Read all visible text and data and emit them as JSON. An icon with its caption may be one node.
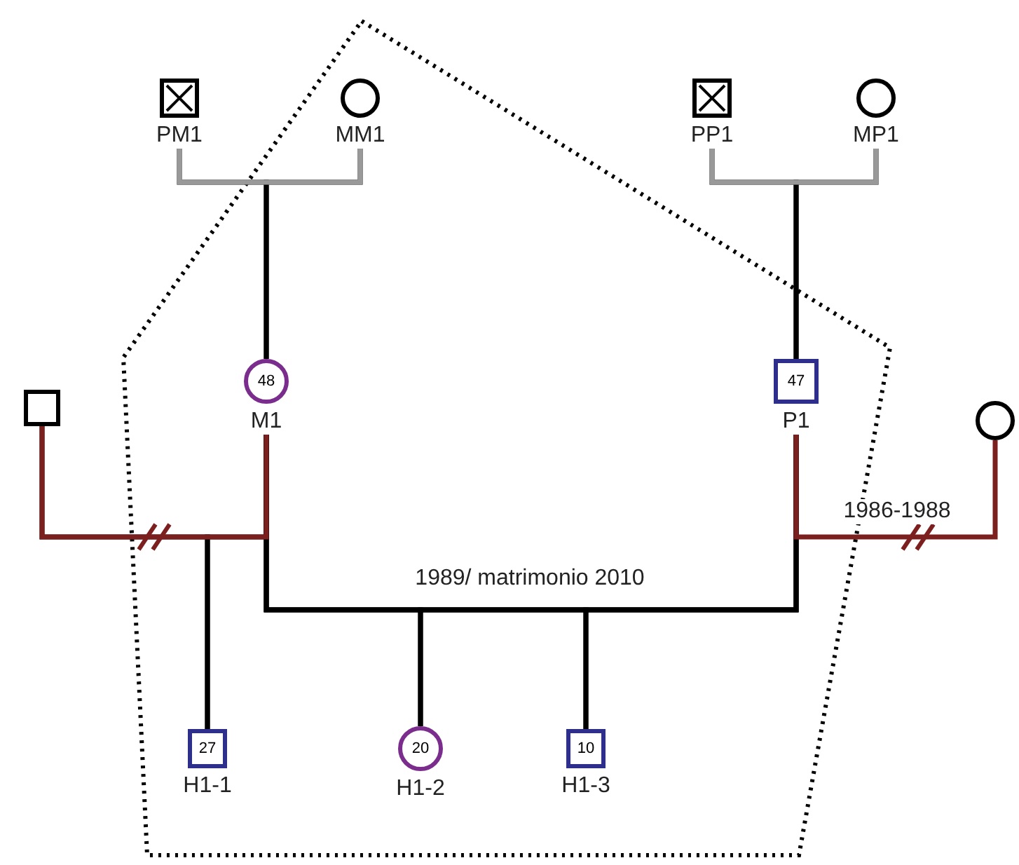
{
  "diagram": {
    "nodes": [
      {
        "text": [
          "PM1"
        ]
      },
      {
        "text": [
          "MM1"
        ]
      },
      {
        "text": [
          "PP1"
        ]
      },
      {
        "text": [
          "MP1"
        ]
      },
      {
        "text": [],
        "shape": "box"
      },
      {
        "text": [
          "48",
          "M1"
        ]
      },
      {
        "text": [
          "47",
          "P1"
        ]
      },
      {
        "text": [],
        "shape": "circle"
      },
      {
        "text": [
          "27",
          "H1-1"
        ]
      },
      {
        "text": [
          "20",
          "H1-2"
        ]
      },
      {
        "text": [
          "10",
          "H1-3"
        ]
      }
    ],
    "edges": [
      {
        "from": 0,
        "to": 1,
        "arrow": "none",
        "color": "#999999"
      },
      {
        "from": 0,
        "to": 5,
        "arrow": "none"
      },
      {
        "from": 1,
        "to": 5,
        "arrow": "none"
      },
      {
        "from": 2,
        "to": 3,
        "arrow": "none",
        "color": "#999999"
      },
      {
        "from": 2,
        "to": 6,
        "arrow": "none"
      },
      {
        "from": 3,
        "to": 6,
        "arrow": "none"
      },
      {
        "from": 4,
        "to": 5,
        "arrow": "none",
        "color": "#7b1f1f"
      },
      {
        "from": 6,
        "to": 7,
        "arrow": "none",
        "color": "#7b1f1f",
        "label": "1986-1988"
      },
      {
        "from": 5,
        "to": 6,
        "arrow": "none",
        "label": "1989/ matrimonio 2010"
      },
      {
        "from": 4,
        "to": 8,
        "arrow": "none"
      },
      {
        "from": 5,
        "to": 8,
        "arrow": "none"
      },
      {
        "from": 5,
        "to": 9,
        "arrow": "none"
      },
      {
        "from": 6,
        "to": 9,
        "arrow": "none"
      },
      {
        "from": 5,
        "to": 10,
        "arrow": "none"
      },
      {
        "from": 6,
        "to": 10,
        "arrow": "none"
      }
    ]
  }
}
